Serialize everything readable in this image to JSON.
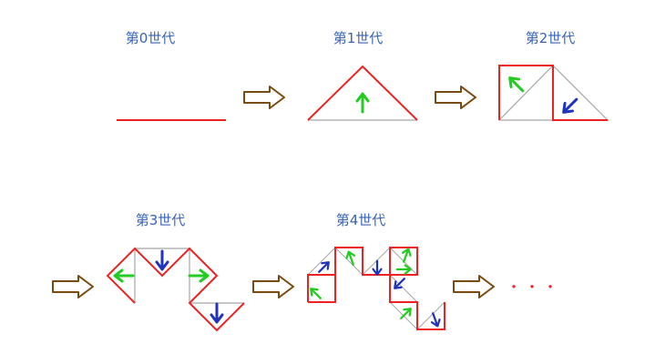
{
  "labels": {
    "gen0": "第0世代",
    "gen1": "第1世代",
    "gen2": "第2世代",
    "gen3": "第3世代",
    "gen4": "第4世代"
  },
  "colors": {
    "curve": "#ee2222",
    "grey": "#a6a6a6",
    "arrow_green": "#22cc22",
    "arrow_blue": "#2233bb",
    "block_arrow_fill": "#ffffff",
    "block_arrow_stroke": "#7a4a10",
    "dots": "#ee2222",
    "label": "#3a63b8"
  },
  "continuation": "・・・"
}
